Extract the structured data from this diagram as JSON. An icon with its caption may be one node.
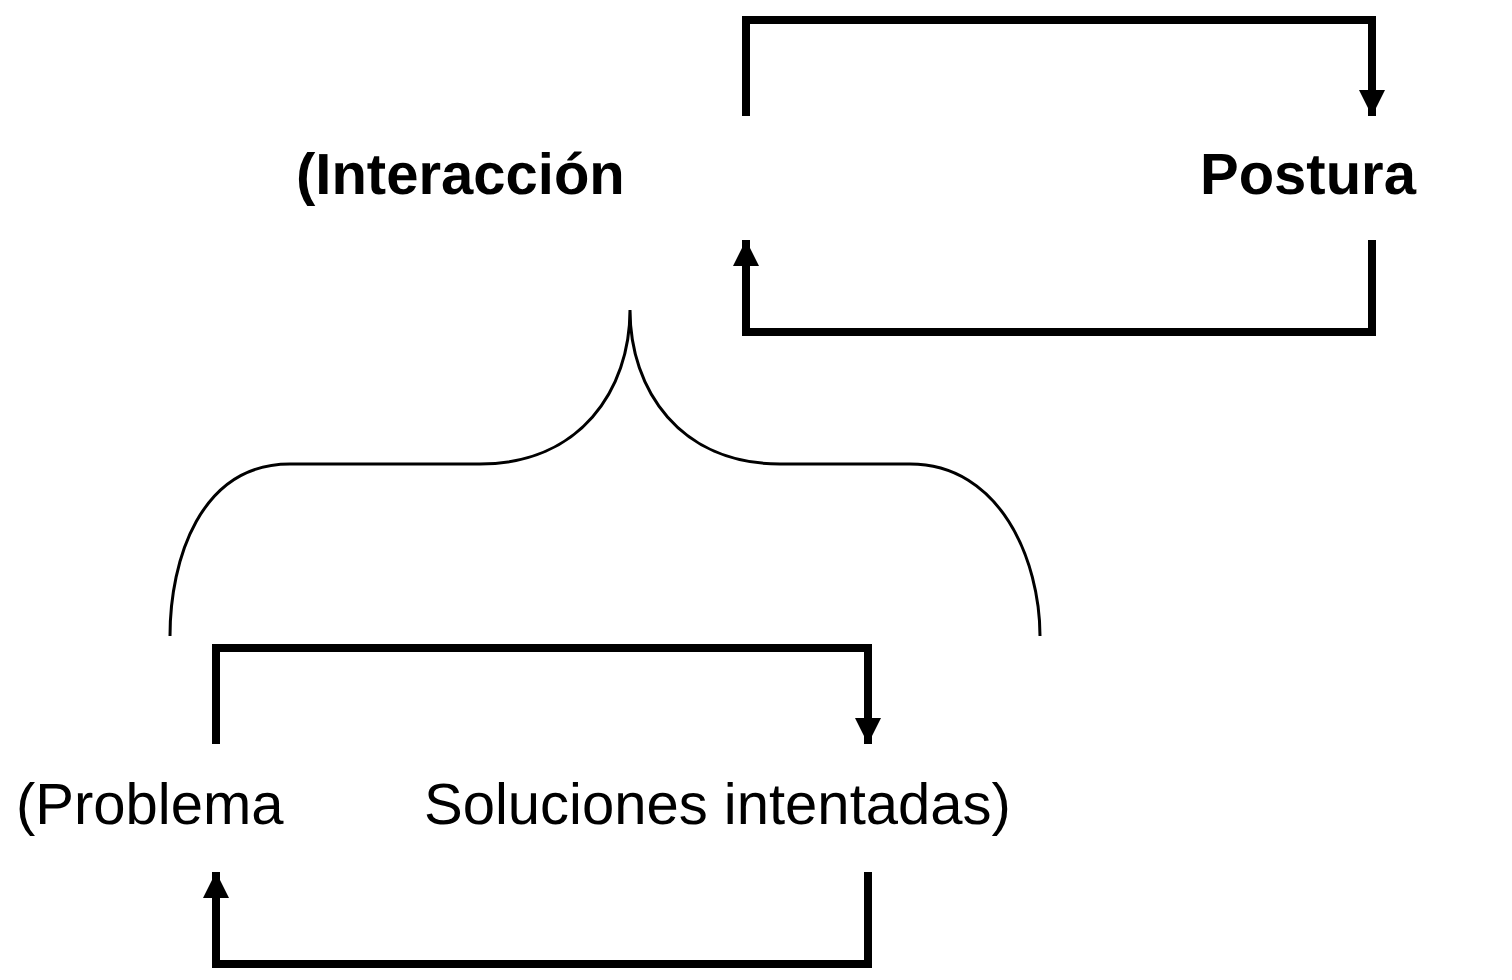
{
  "diagram": {
    "nodes": [
      {
        "text": [
          "(Interacción"
        ]
      },
      {
        "text": [
          "Postura"
        ]
      },
      {
        "text": [
          "(Problema"
        ]
      },
      {
        "text": [
          "Soluciones intentadas)"
        ]
      }
    ],
    "edges": [
      {
        "from": 0,
        "to": 1,
        "arrow": "to"
      },
      {
        "from": 1,
        "to": 0,
        "arrow": "to"
      },
      {
        "from": 2,
        "to": 3,
        "arrow": "to"
      },
      {
        "from": 3,
        "to": 2,
        "arrow": "to"
      }
    ]
  }
}
